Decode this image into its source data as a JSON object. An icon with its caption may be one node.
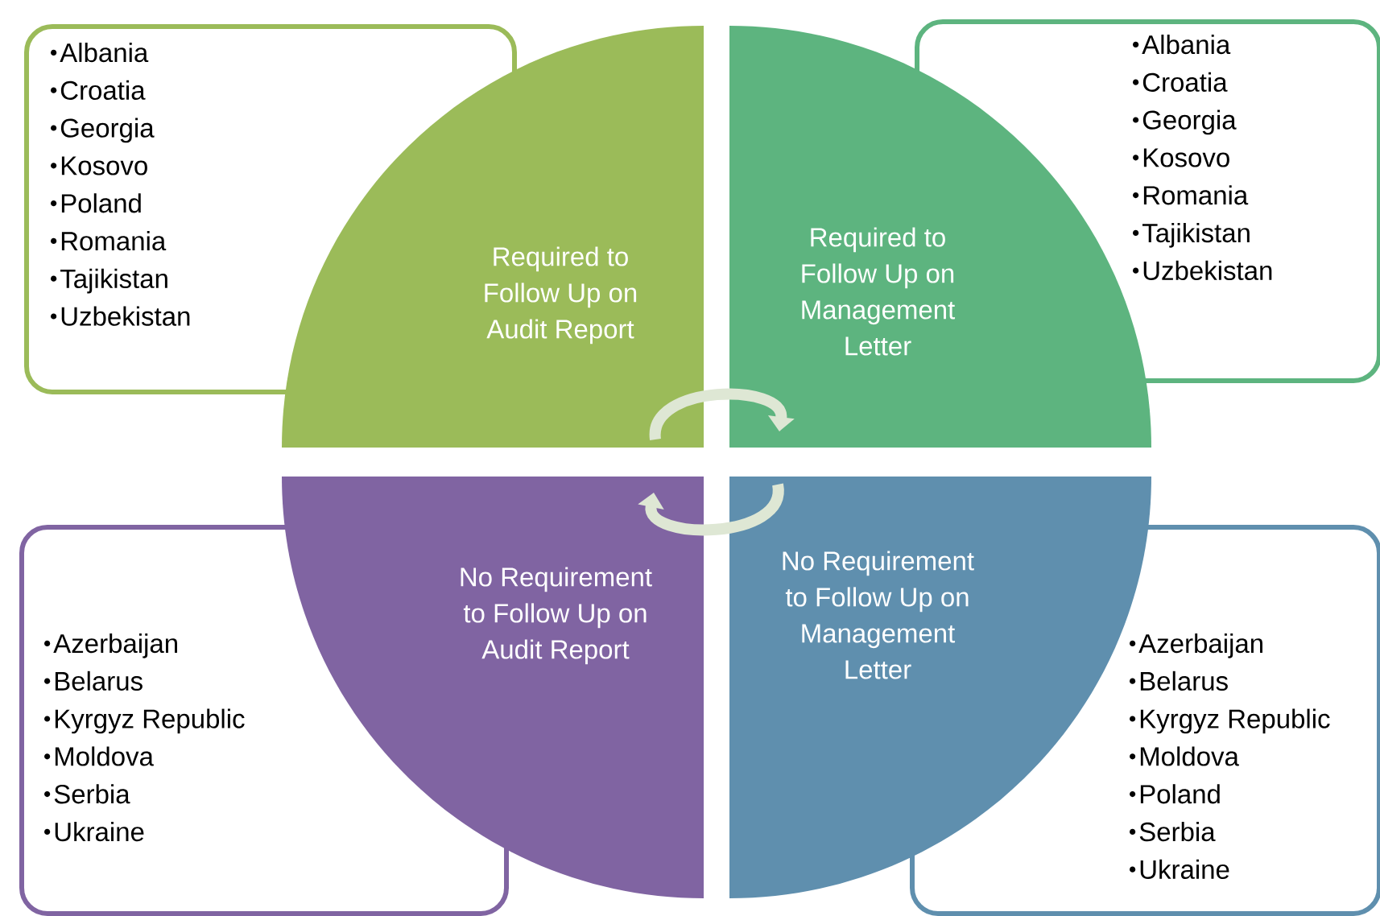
{
  "diagram": {
    "nodes": [
      {
        "text": [
          "Albania",
          "Croatia",
          "Georgia",
          "Kosovo",
          "Poland",
          "Romania",
          "Tajikistan",
          "Uzbekistan"
        ]
      },
      {
        "text": [
          "Required to Follow Up on Audit Report"
        ]
      },
      {
        "text": [
          "Required to Follow Up on Management Letter"
        ]
      },
      {
        "text": [
          "Albania",
          "Croatia",
          "Georgia",
          "Kosovo",
          "Romania",
          "Tajikistan",
          "Uzbekistan"
        ]
      },
      {
        "text": [
          "Azerbaijan",
          "Belarus",
          "Kyrgyz Republic",
          "Moldova",
          "Serbia",
          "Ukraine"
        ]
      },
      {
        "text": [
          "No Requirement to Follow Up on Audit Report"
        ]
      },
      {
        "text": [
          "No Requirement to Follow Up on Management Letter"
        ]
      },
      {
        "text": [
          "Azerbaijan",
          "Belarus",
          "Kyrgyz Republic",
          "Moldova",
          "Poland",
          "Serbia",
          "Ukraine"
        ]
      }
    ],
    "edges": [
      {
        "from": 1,
        "to": 2,
        "arrow": "to"
      },
      {
        "from": 6,
        "to": 5,
        "arrow": "to"
      }
    ]
  }
}
